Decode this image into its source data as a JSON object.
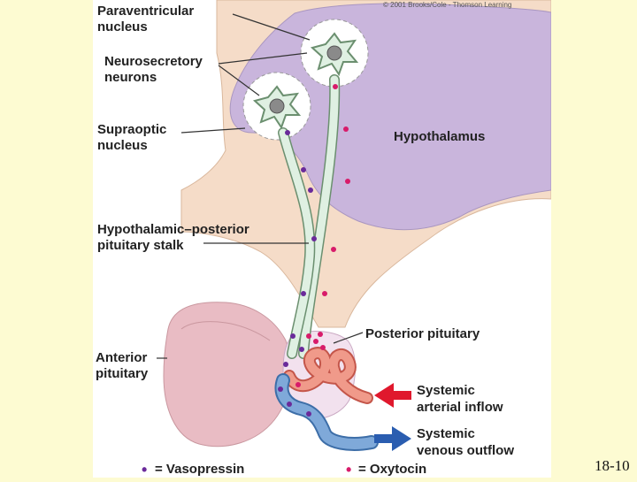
{
  "copyright": "© 2001 Brooks/Cole - Thomson Learning",
  "labels": {
    "paraventricular": [
      "Paraventricular",
      "nucleus"
    ],
    "neurosecretory": [
      "Neurosecretory",
      "neurons"
    ],
    "supraoptic": [
      "Supraoptic",
      "nucleus"
    ],
    "hypothalamus": "Hypothalamus",
    "stalk": [
      "Hypothalamic–posterior",
      "pituitary stalk"
    ],
    "posterior_pituitary": "Posterior pituitary",
    "anterior_pituitary": [
      "Anterior",
      "pituitary"
    ],
    "arterial": [
      "Systemic",
      "arterial inflow"
    ],
    "venous": [
      "Systemic",
      "venous outflow"
    ]
  },
  "legend": {
    "vasopressin": {
      "symbol": "•",
      "text": "= Vasopressin",
      "color": "#6a2a9a"
    },
    "oxytocin": {
      "symbol": "•",
      "text": "= Oxytocin",
      "color": "#d81b6a"
    }
  },
  "colors": {
    "hypothalamus": "#c9b5dc",
    "brain_tissue": "#f5dcc8",
    "anterior_pituitary": "#e9bcc4",
    "neuron": "#dff0e2",
    "artery": "#f09a8a",
    "vein": "#7fa9d9",
    "arterial_arrow": "#e0182d",
    "venous_arrow": "#2a5db0"
  },
  "slide_number": "18-10"
}
